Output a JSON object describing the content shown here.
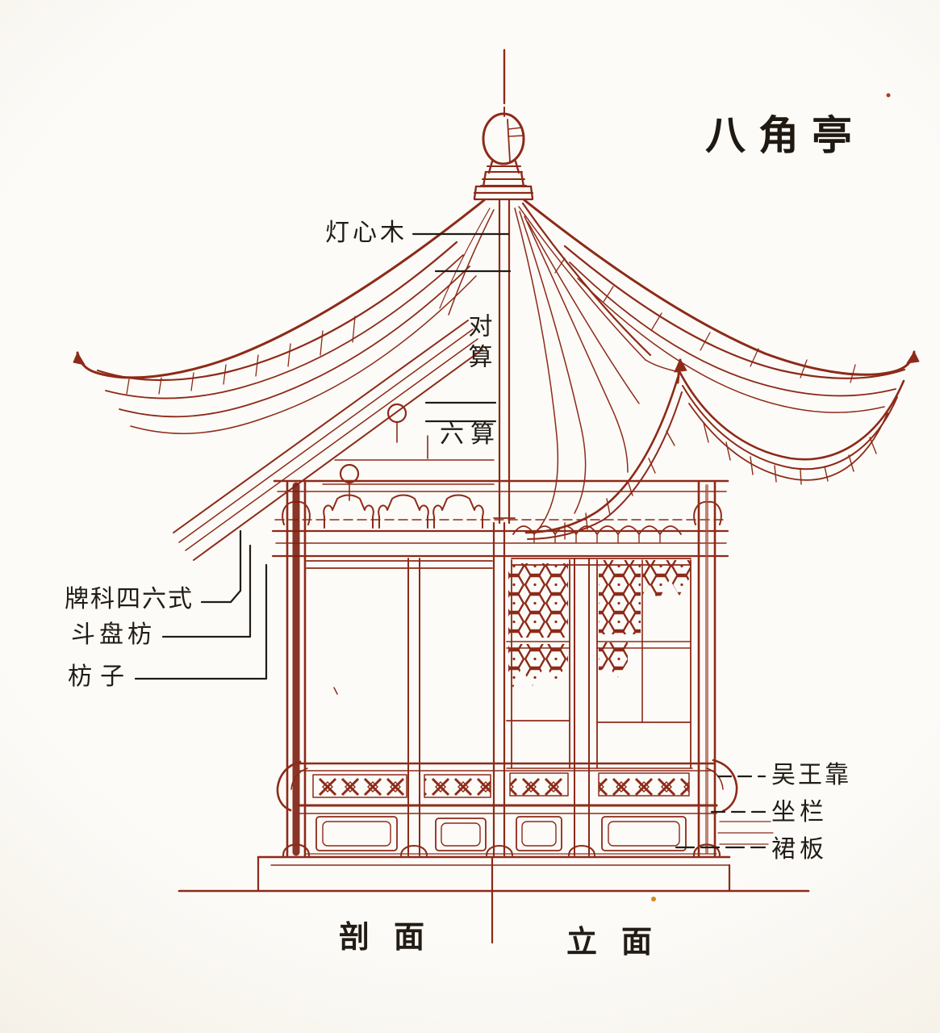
{
  "title": "八角亭",
  "palette": {
    "ink_red": "#8d2a18",
    "ink_red_dark": "#7c1f10",
    "ink_red_light": "#a8503a",
    "label_black": "#221c15",
    "paper": "#f9f6ef",
    "accent_dot_orange": "#d28a1f"
  },
  "part_labels": {
    "dengxinmu": "灯心木",
    "duisuan": "对算",
    "liusuan": "六算",
    "paike_sliu_shi": "牌科四六式",
    "doupanfang": "斗盘枋",
    "fangzi": "枋子",
    "wuwangkao": "吴王靠",
    "zuolan": "坐栏",
    "qunban": "裙板"
  },
  "view_labels": {
    "section": "剖面",
    "elevation": "立面"
  }
}
